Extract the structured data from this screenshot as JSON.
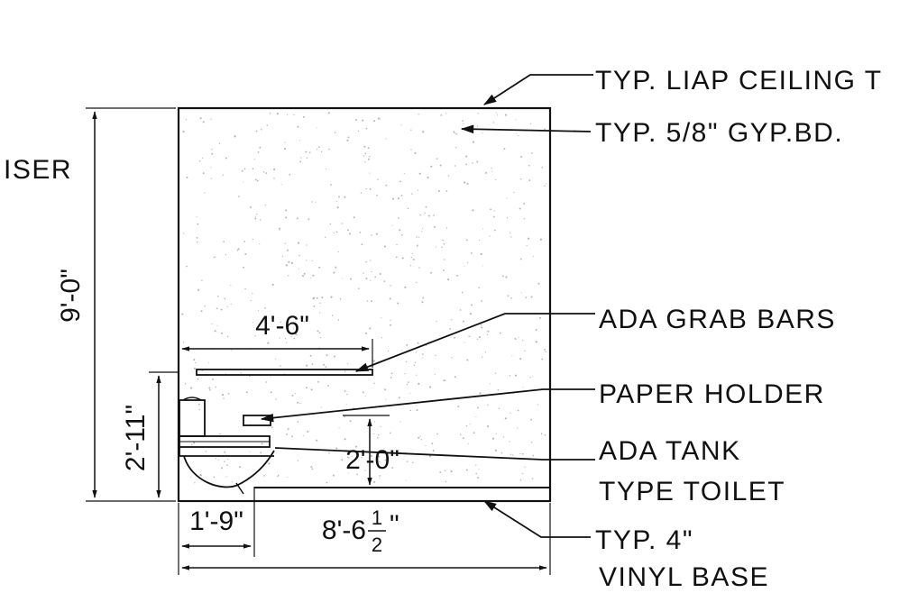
{
  "labels": {
    "ceiling": "TYP. LIAP CEILING T",
    "gyp": "TYP. 5/8\" GYP.BD.",
    "riser": "ISER",
    "grab_bars": "ADA GRAB BARS",
    "paper_holder": "PAPER HOLDER",
    "toilet_line1": "ADA TANK",
    "toilet_line2": "TYPE TOILET",
    "base_line1": "TYP. 4\"",
    "base_line2": "VINYL BASE"
  },
  "dimensions": {
    "height": "9'-0\"",
    "grab_bar_length": "4'-6\"",
    "grab_bar_height": "2'-11\"",
    "holder_height": "2'-0\"",
    "toilet_offset": "1'-9\"",
    "width_whole": "8'-6",
    "width_frac_num": "1",
    "width_frac_den": "2",
    "width_inch": "\""
  },
  "colors": {
    "ink": "#111111",
    "wall_speckle": "#b5b5b5"
  }
}
